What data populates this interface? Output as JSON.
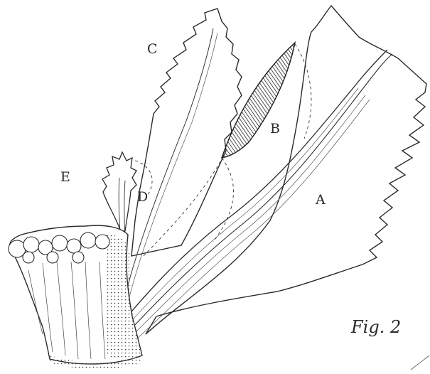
{
  "figure": {
    "caption": "Fig. 2",
    "labels": {
      "a": "A",
      "b": "B",
      "c": "C",
      "d": "D",
      "e": "E"
    },
    "ink_color": "#2a2a2a"
  }
}
